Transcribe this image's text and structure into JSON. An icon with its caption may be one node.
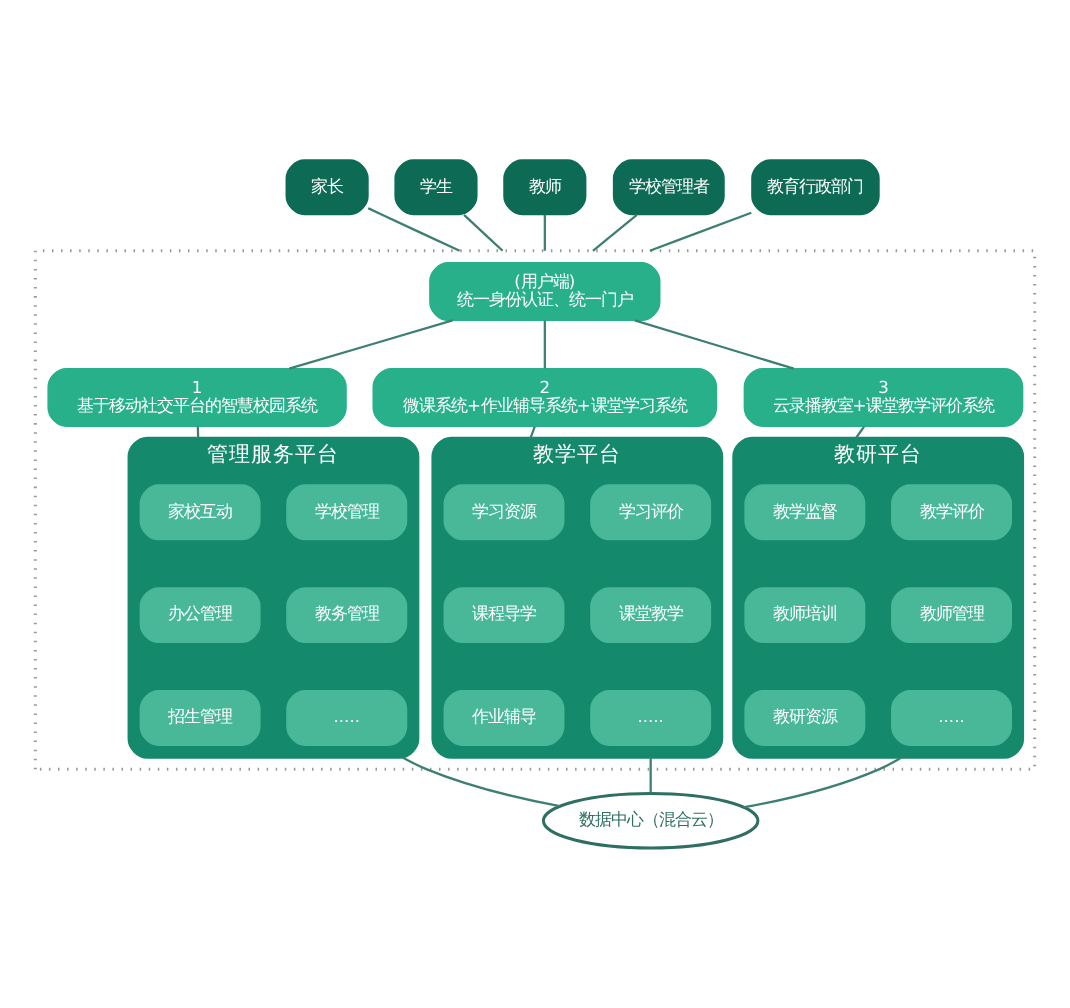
{
  "diagram": {
    "nodes": [
      {
        "text": [
          "家长"
        ]
      },
      {
        "text": [
          "学生"
        ]
      },
      {
        "text": [
          "教师"
        ]
      },
      {
        "text": [
          "学校管理者"
        ]
      },
      {
        "text": [
          "教育行政部门"
        ]
      },
      {
        "text": [],
        "shape": "box"
      },
      {
        "text": [
          "(用户端)",
          "统一身份认证、统一门户"
        ],
        "in": 5
      },
      {
        "text": [
          "1",
          "基于移动社交平台的智慧校园系统"
        ],
        "in": 5
      },
      {
        "text": [
          "管理服务平台"
        ],
        "in": 5
      },
      {
        "text": [
          "家校互动"
        ],
        "in": 8
      },
      {
        "text": [
          "学校管理"
        ],
        "in": 8
      },
      {
        "text": [
          "办公管理"
        ],
        "in": 8
      },
      {
        "text": [
          "教务管理"
        ],
        "in": 8
      },
      {
        "text": [
          "招生管理"
        ],
        "in": 8
      },
      {
        "text": [
          "....."
        ],
        "in": 8
      },
      {
        "text": [
          "2",
          "微课系统+作业辅导系统+课堂学习系统"
        ],
        "in": 5
      },
      {
        "text": [
          "教学平台"
        ],
        "in": 5
      },
      {
        "text": [
          "学习资源"
        ],
        "in": 16
      },
      {
        "text": [
          "学习评价"
        ],
        "in": 16
      },
      {
        "text": [
          "课程导学"
        ],
        "in": 16
      },
      {
        "text": [
          "课堂教学"
        ],
        "in": 16
      },
      {
        "text": [
          "作业辅导"
        ],
        "in": 16
      },
      {
        "text": [
          "....."
        ],
        "in": 16
      },
      {
        "text": [
          "3",
          "云录播教室+课堂教学评价系统"
        ],
        "in": 5
      },
      {
        "text": [
          "教研平台"
        ],
        "in": 5
      },
      {
        "text": [
          "教学监督"
        ],
        "in": 24
      },
      {
        "text": [
          "教学评价"
        ],
        "in": 24
      },
      {
        "text": [
          "教师培训"
        ],
        "in": 24
      },
      {
        "text": [
          "教师管理"
        ],
        "in": 24
      },
      {
        "text": [
          "教研资源"
        ],
        "in": 24
      },
      {
        "text": [
          "....."
        ],
        "in": 24
      },
      {
        "text": [
          "数据中心（混合云）"
        ]
      }
    ],
    "edges": [
      {
        "from": 0,
        "to": 5,
        "arrow": "none"
      },
      {
        "from": 1,
        "to": 5,
        "arrow": "none"
      },
      {
        "from": 2,
        "to": 5,
        "arrow": "none"
      },
      {
        "from": 3,
        "to": 5,
        "arrow": "none"
      },
      {
        "from": 4,
        "to": 5,
        "arrow": "none"
      },
      {
        "from": 6,
        "to": 7,
        "arrow": "none"
      },
      {
        "from": 6,
        "to": 15,
        "arrow": "none"
      },
      {
        "from": 6,
        "to": 23,
        "arrow": "none"
      },
      {
        "from": 7,
        "to": 8,
        "arrow": "none"
      },
      {
        "from": 15,
        "to": 16,
        "arrow": "none"
      },
      {
        "from": 23,
        "to": 24,
        "arrow": "none"
      },
      {
        "from": 8,
        "to": 31,
        "arrow": "none"
      },
      {
        "from": 16,
        "to": 31,
        "arrow": "none"
      },
      {
        "from": 24,
        "to": 31,
        "arrow": "none"
      }
    ]
  }
}
